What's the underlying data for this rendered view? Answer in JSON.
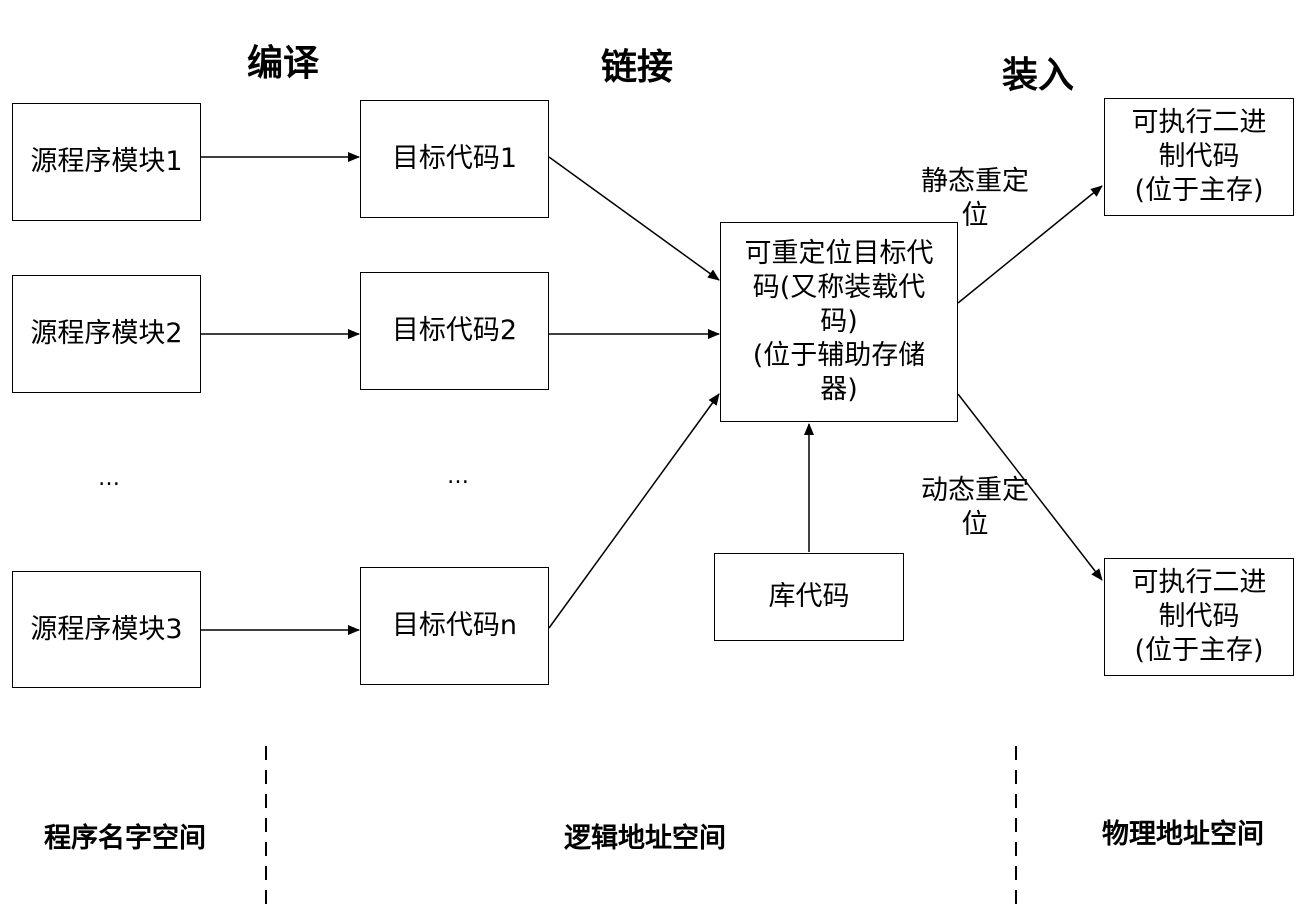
{
  "headings": {
    "compile": "编译",
    "link": "链接",
    "load": "装入"
  },
  "nodes": {
    "src1": "源程序模块1",
    "src2": "源程序模块2",
    "src3": "源程序模块3",
    "obj1": "目标代码1",
    "obj2": "目标代码2",
    "objn": "目标代码n",
    "reloc": "可重定位目标代\n码(又称装载代\n码)\n(位于辅助存储\n器)",
    "lib": "库代码",
    "exec_static": "可执行二进\n制代码\n(位于主存)",
    "exec_dynamic": "可执行二进\n制代码\n(位于主存)"
  },
  "ellipsis": {
    "left": "…",
    "mid": "…"
  },
  "edge_labels": {
    "static": "静态重定\n位",
    "dynamic": "动态重定\n位"
  },
  "spaces": {
    "name": "程序名字空间",
    "logical": "逻辑地址空间",
    "physical": "物理地址空间"
  }
}
